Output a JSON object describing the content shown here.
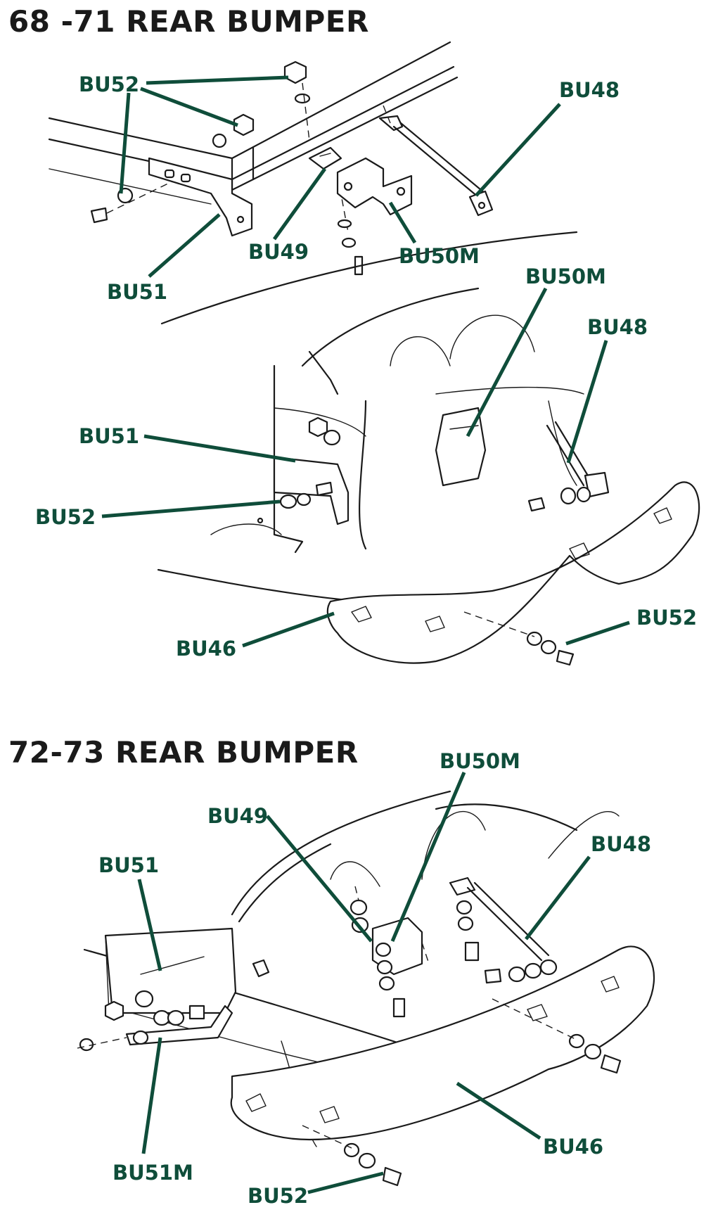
{
  "titles": {
    "top": "68 -71 REAR BUMPER",
    "bottom": "72-73 REAR BUMPER"
  },
  "colors": {
    "label": "#0f4d3a",
    "leader": "#0f4d3a",
    "ink": "#1a1a1a"
  },
  "labels": {
    "d1": [
      "BU52",
      "BU48",
      "BU49",
      "BU50M",
      "BU51",
      "BU50M",
      "BU48",
      "BU51",
      "BU52",
      "BU46",
      "BU52"
    ],
    "d2": [
      "BU50M",
      "BU49",
      "BU48",
      "BU51",
      "BU51M",
      "BU46",
      "BU52"
    ]
  }
}
